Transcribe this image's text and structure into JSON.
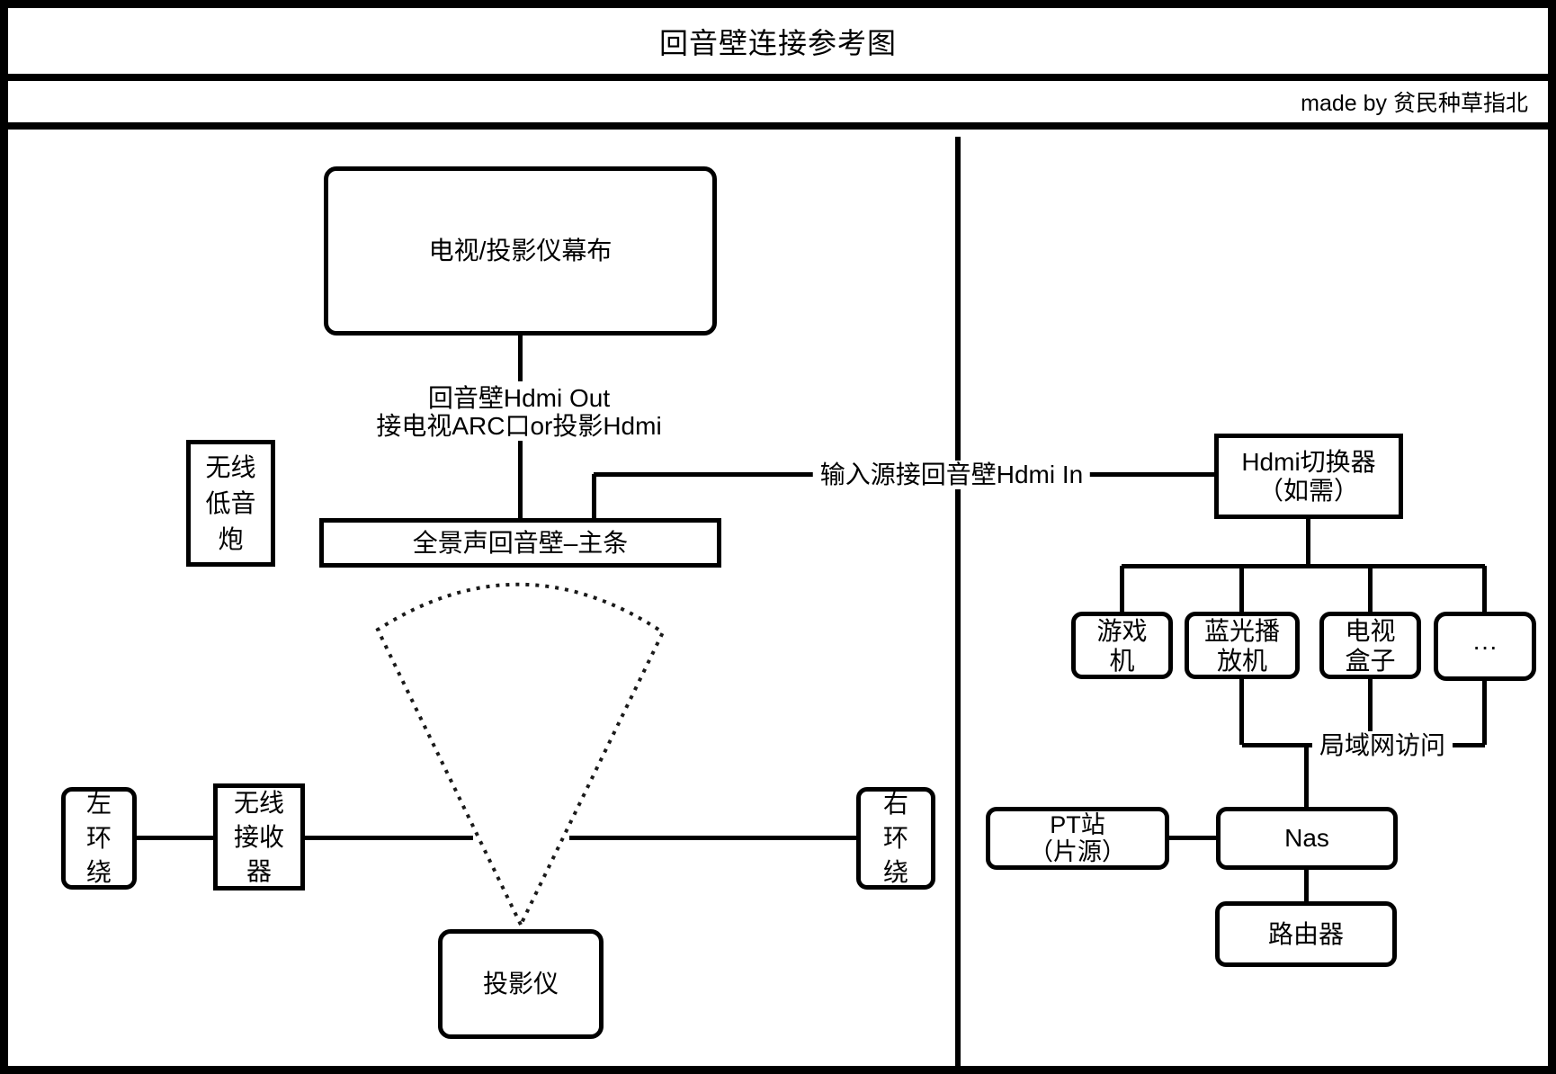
{
  "header": {
    "title": "回音壁连接参考图",
    "credit": "made by 贫民种草指北"
  },
  "left_panel": {
    "tv_screen": {
      "label": "电视/投影仪幕布"
    },
    "hdmi_out_note": {
      "line1": "回音壁Hdmi Out",
      "line2": "接电视ARC口or投影Hdmi"
    },
    "subwoofer": {
      "lines": [
        "无线",
        "低音",
        "炮"
      ]
    },
    "soundbar": {
      "label": "全景声回音壁–主条"
    },
    "left_surround": {
      "lines": [
        "左",
        "环",
        "绕"
      ]
    },
    "receiver": {
      "lines": [
        "无线",
        "接收",
        "器"
      ]
    },
    "right_surround": {
      "lines": [
        "右",
        "环",
        "绕"
      ]
    },
    "projector": {
      "label": "投影仪"
    }
  },
  "right_panel": {
    "hdmi_in_note": "输入源接回音壁Hdmi In",
    "switcher": {
      "lines": [
        "Hdmi切换器",
        "（如需）"
      ]
    },
    "game_console": {
      "lines": [
        "游戏",
        "机"
      ]
    },
    "bluray_player": {
      "lines": [
        "蓝光播",
        "放机"
      ]
    },
    "tv_box": {
      "lines": [
        "电视",
        "盒子"
      ]
    },
    "more_sources": {
      "label": "···"
    },
    "lan_note": "局域网访问",
    "pt_site": {
      "lines": [
        "PT站",
        "（片源）"
      ]
    },
    "nas": {
      "label": "Nas"
    },
    "router": {
      "label": "路由器"
    }
  },
  "colors": {
    "ink": "#000000",
    "background": "#ffffff",
    "cone_dots": "#1a1a1a"
  }
}
